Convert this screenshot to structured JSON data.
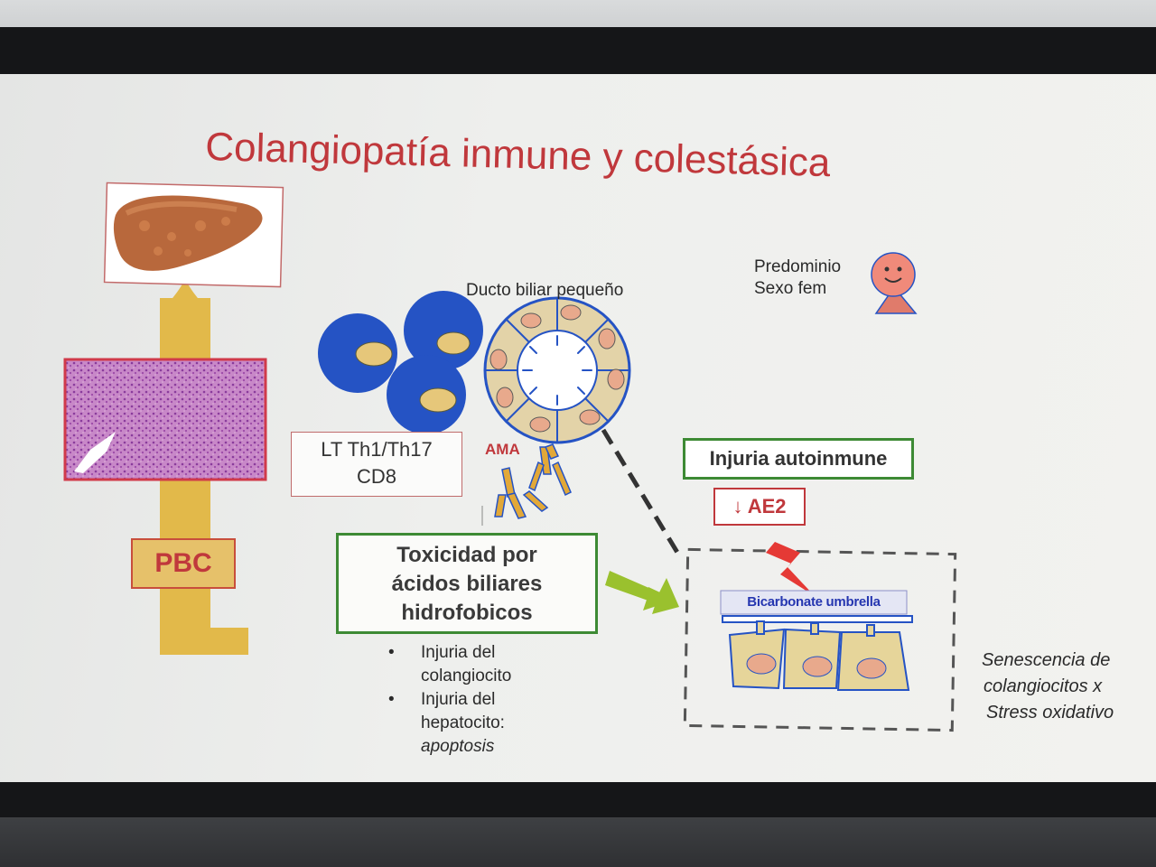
{
  "slide": {
    "title": "Colangiopatía inmune y colestásica",
    "pbc_label": "PBC",
    "duct_label": "Ducto biliar pequeño",
    "predominance_line1": "Predominio",
    "predominance_line2": "Sexo fem",
    "lymphocytes_line1": "LT Th1/Th17",
    "lymphocytes_line2": "CD8",
    "ama_label": "AMA",
    "autoimmune_label": "Injuria autoinmune",
    "ae2_label": "↓ AE2",
    "toxicity_line1": "Toxicidad por",
    "toxicity_line2": "ácidos biliares",
    "toxicity_line3": "hidrofobicos",
    "bullets": [
      {
        "line1": "Injuria del",
        "line2": "colangiocito",
        "line3": ""
      },
      {
        "line1": "Injuria del",
        "line2": "hepatocito:",
        "line3": "apoptosis"
      }
    ],
    "umbrella_label": "Bicarbonate umbrella",
    "senescence_line1": "Senescencia de",
    "senescence_line2": "colangiocitos x",
    "senescence_line3": "Stress oxidativo"
  },
  "colors": {
    "title": "#c0383c",
    "arrow_gold": "#e2b94a",
    "cell_blue": "#2553c4",
    "cell_nucleus": "#e6c77a",
    "green_box": "#3d8a34",
    "red_box": "#c0383c",
    "green_arrow": "#9ac12e",
    "lightning": "#e53935"
  }
}
